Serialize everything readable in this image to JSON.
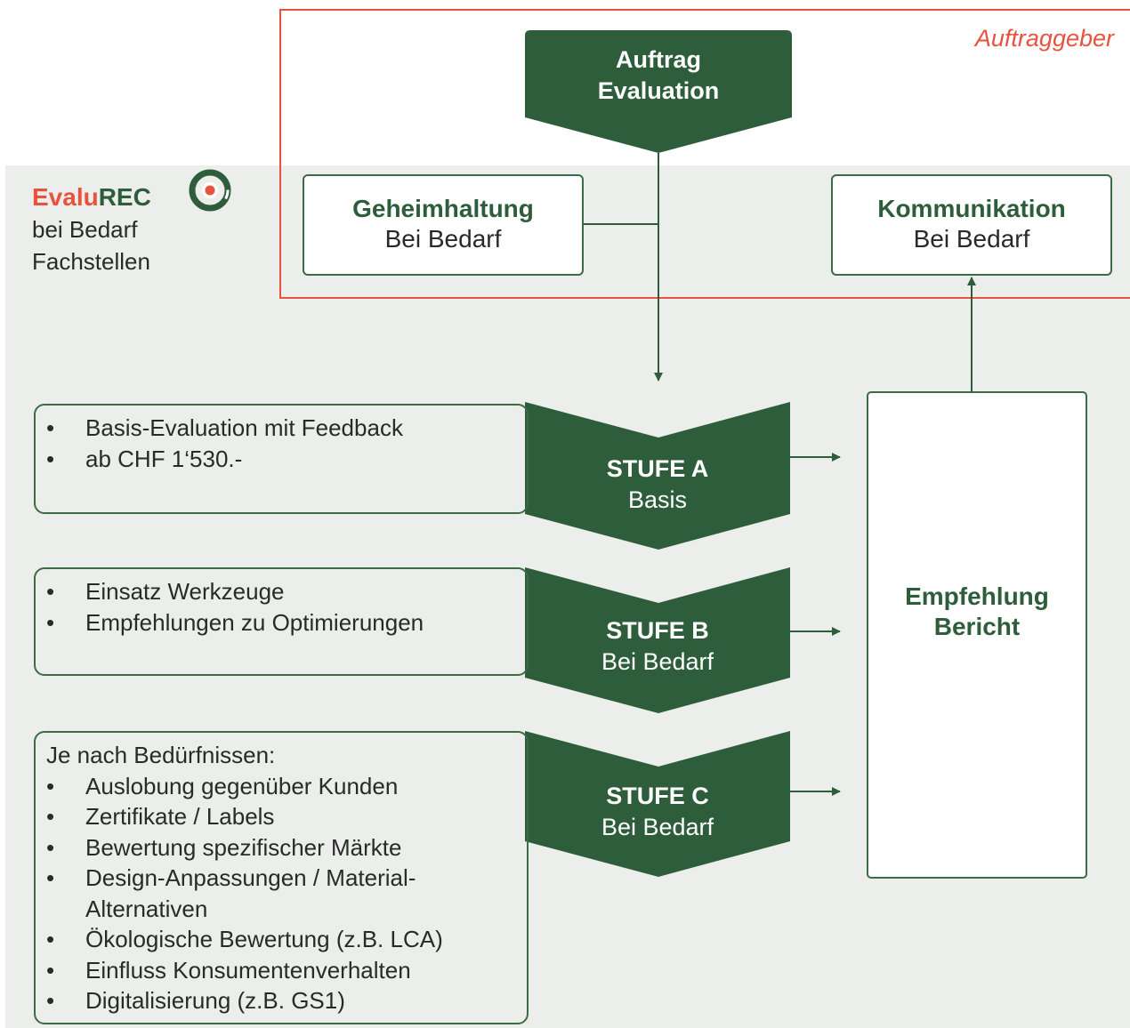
{
  "client": {
    "label": "Auftraggeber"
  },
  "brand": {
    "name_part1": "Evalu",
    "name_part2": "REC",
    "line1": "bei Bedarf",
    "line2": "Fachstellen"
  },
  "order": {
    "line1": "Auftrag",
    "line2": "Evaluation"
  },
  "secrecy": {
    "title": "Geheimhaltung",
    "subtitle": "Bei Bedarf"
  },
  "communication": {
    "title": "Kommunikation",
    "subtitle": "Bei Bedarf"
  },
  "stages": [
    {
      "title": "STUFE A",
      "subtitle": "Basis",
      "intro": "",
      "items": [
        "Basis-Evaluation mit Feedback",
        "ab CHF 1‘530.-"
      ]
    },
    {
      "title": "STUFE B",
      "subtitle": "Bei Bedarf",
      "intro": "",
      "items": [
        "Einsatz Werkzeuge",
        "Empfehlungen zu Optimierungen"
      ]
    },
    {
      "title": "STUFE C",
      "subtitle": "Bei Bedarf",
      "intro": "Je nach Bedürfnissen:",
      "items": [
        "Auslobung gegenüber Kunden",
        "Zertifikate / Labels",
        "Bewertung spezifischer Märkte",
        "Design-Anpassungen / Material-Alternativen",
        "Ökologische Bewertung (z.B. LCA)",
        "Einfluss Konsumentenverhalten",
        "Digitalisierung (z.B. GS1)"
      ]
    }
  ],
  "report": {
    "line1": "Empfehlung",
    "line2": "Bericht"
  },
  "colors": {
    "dark_green": "#2d5d3a",
    "client_red": "#e8533f",
    "panel_bg": "#ebeeea"
  }
}
